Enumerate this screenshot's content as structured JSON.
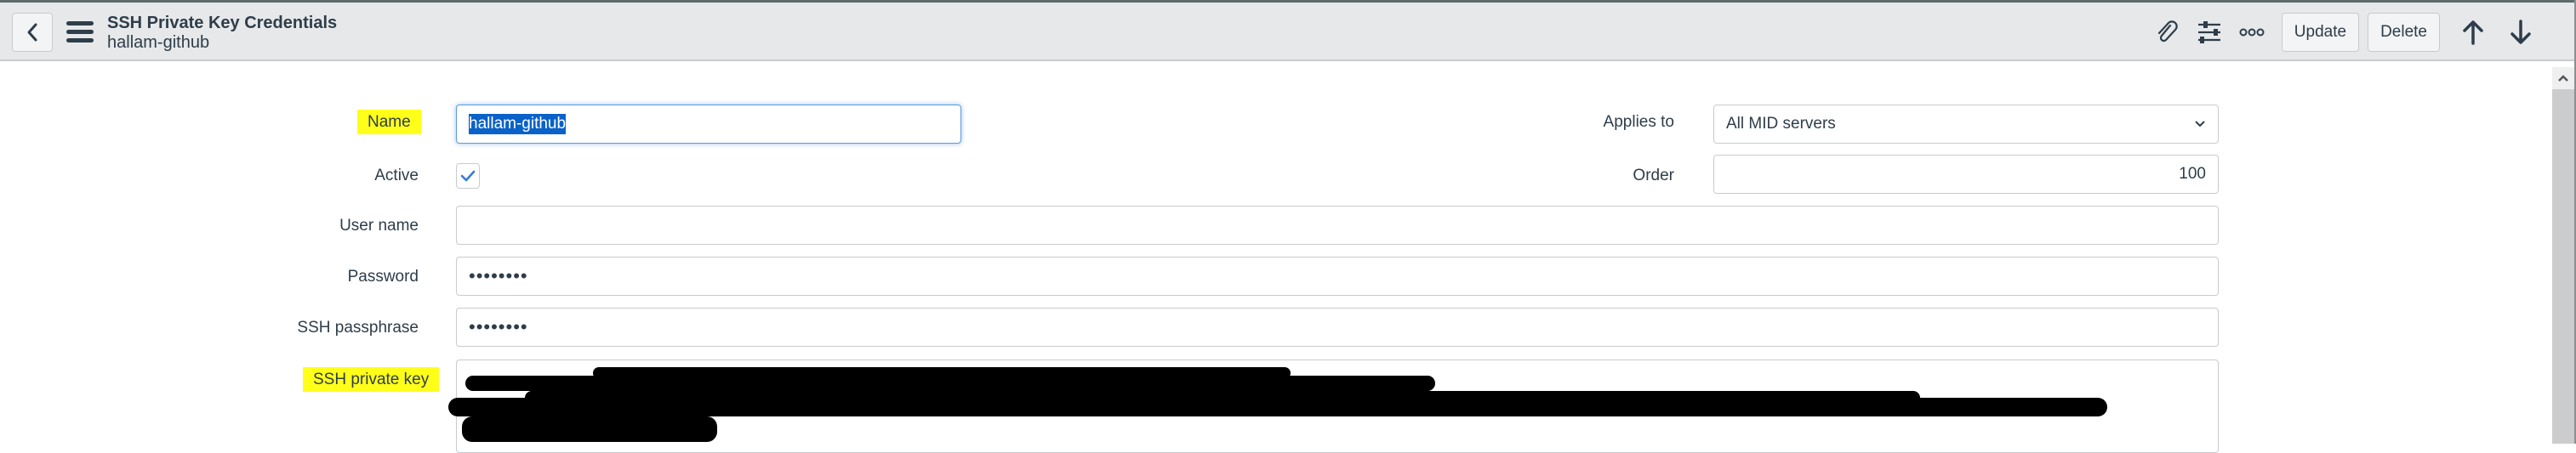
{
  "header": {
    "title": "SSH Private Key Credentials",
    "subtitle": "hallam-github",
    "toolbar": {
      "attachment_icon": "paperclip-icon",
      "personalize_icon": "sliders-icon",
      "more_icon": "more-options-icon",
      "update_label": "Update",
      "delete_label": "Delete",
      "prev_icon": "arrow-up-icon",
      "next_icon": "arrow-down-icon"
    }
  },
  "form": {
    "name": {
      "label": "Name",
      "value": "hallam-github",
      "highlighted": true
    },
    "active": {
      "label": "Active",
      "checked": true
    },
    "user_name": {
      "label": "User name",
      "value": ""
    },
    "password": {
      "label": "Password",
      "value": "••••••••"
    },
    "ssh_passphrase": {
      "label": "SSH passphrase",
      "value": "••••••••"
    },
    "ssh_private_key": {
      "label": "SSH private key",
      "value": "[redacted]",
      "highlighted": true
    },
    "applies_to": {
      "label": "Applies to",
      "value": "All MID servers"
    },
    "order": {
      "label": "Order",
      "value": "100"
    }
  },
  "colors": {
    "highlight": "#ffff1a",
    "selection": "#0a62c9",
    "header_bg": "#e6e8ea",
    "text": "#2e3d49"
  }
}
